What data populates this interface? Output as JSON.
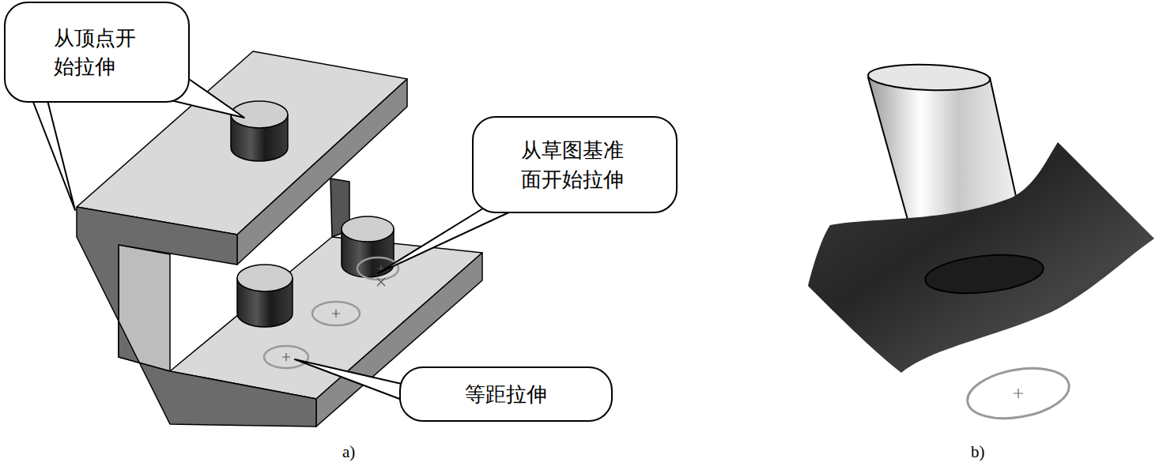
{
  "diagram": {
    "nodes": [
      {
        "text": [
          "从顶点开 始拉伸"
        ]
      },
      {
        "text": [
          "从草图基准 面开始拉伸"
        ]
      },
      {
        "text": [
          "等距拉伸"
        ]
      }
    ],
    "labels": [
      "a)",
      "b)"
    ]
  }
}
